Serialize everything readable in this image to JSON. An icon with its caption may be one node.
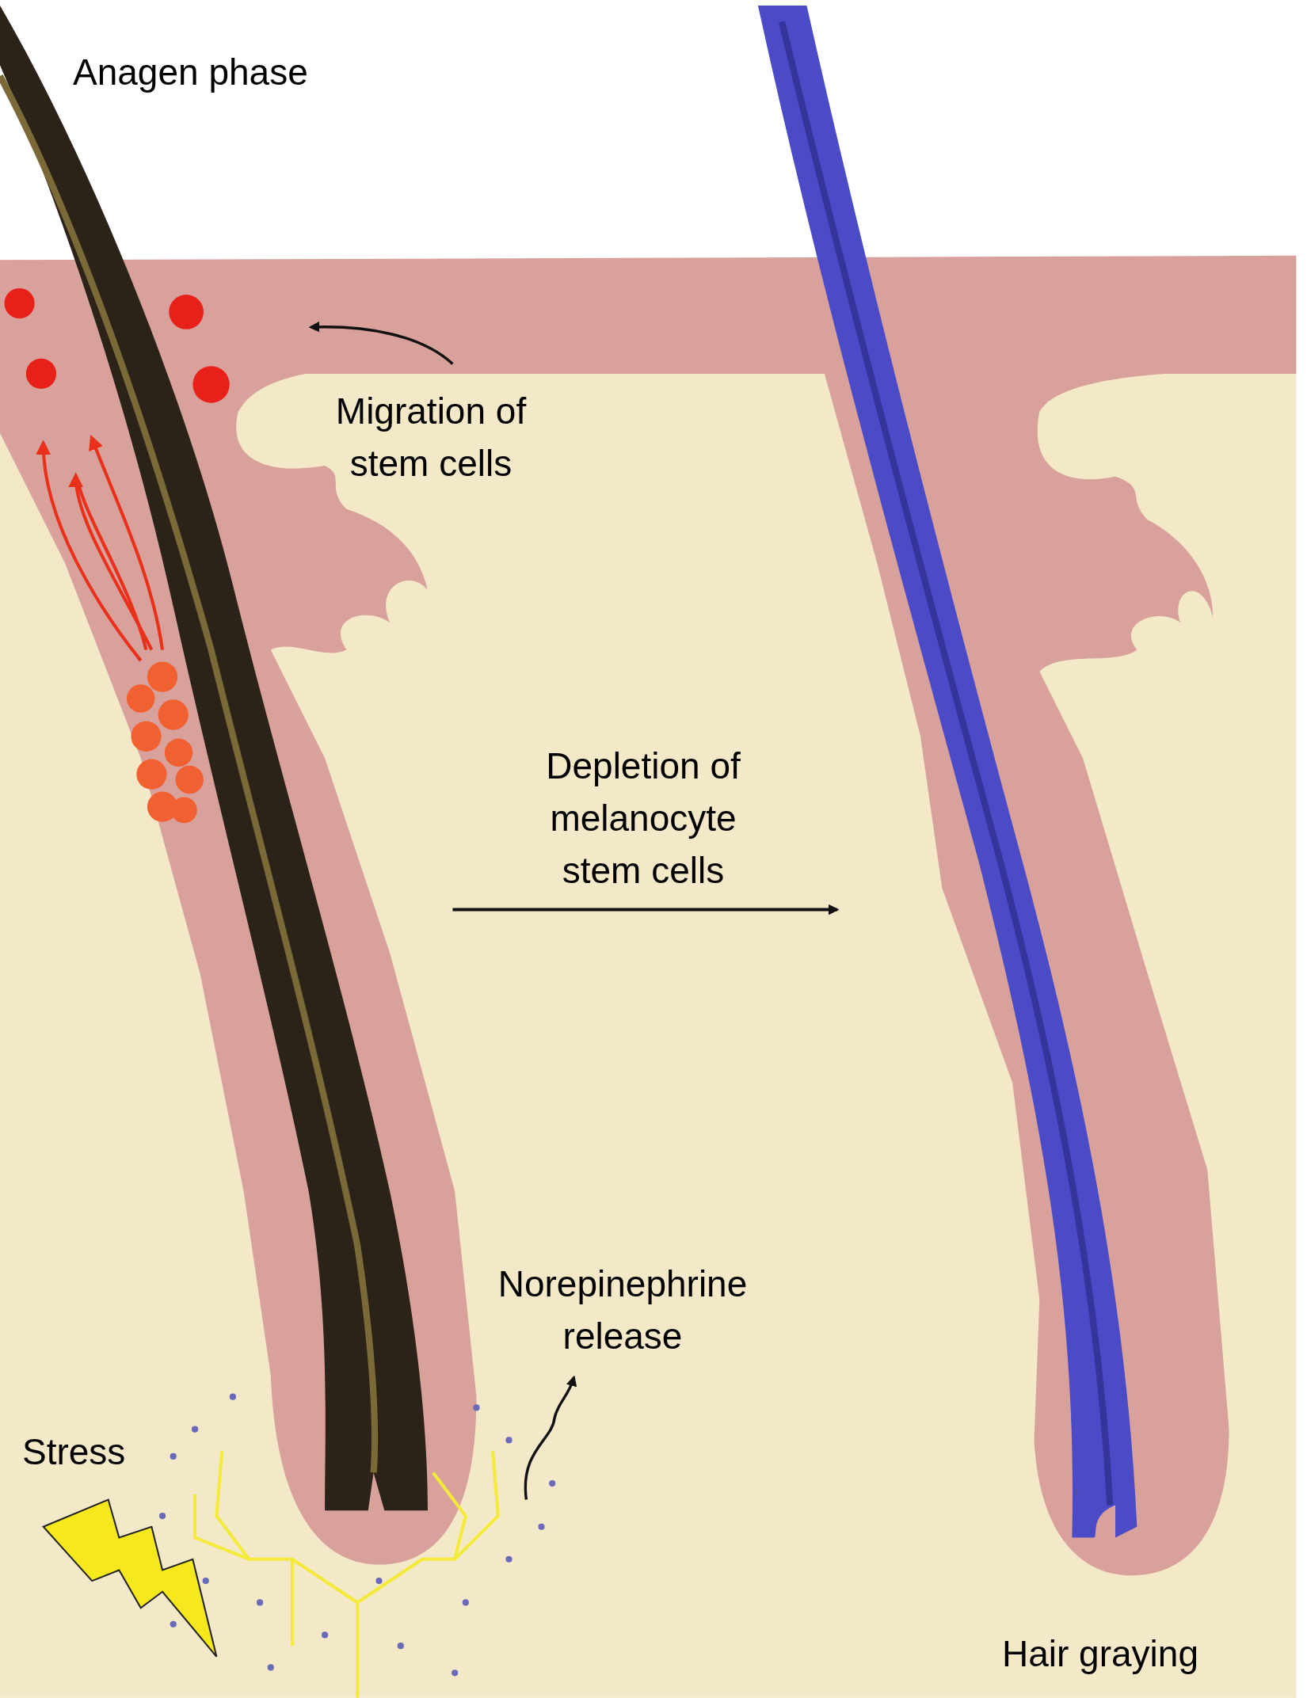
{
  "diagram": {
    "labels": [
      "Anagen phase",
      "Migration of stem cells",
      "Depletion of melanocyte stem cells",
      "Norepinephrine release",
      "Stress",
      "Hair graying"
    ]
  }
}
